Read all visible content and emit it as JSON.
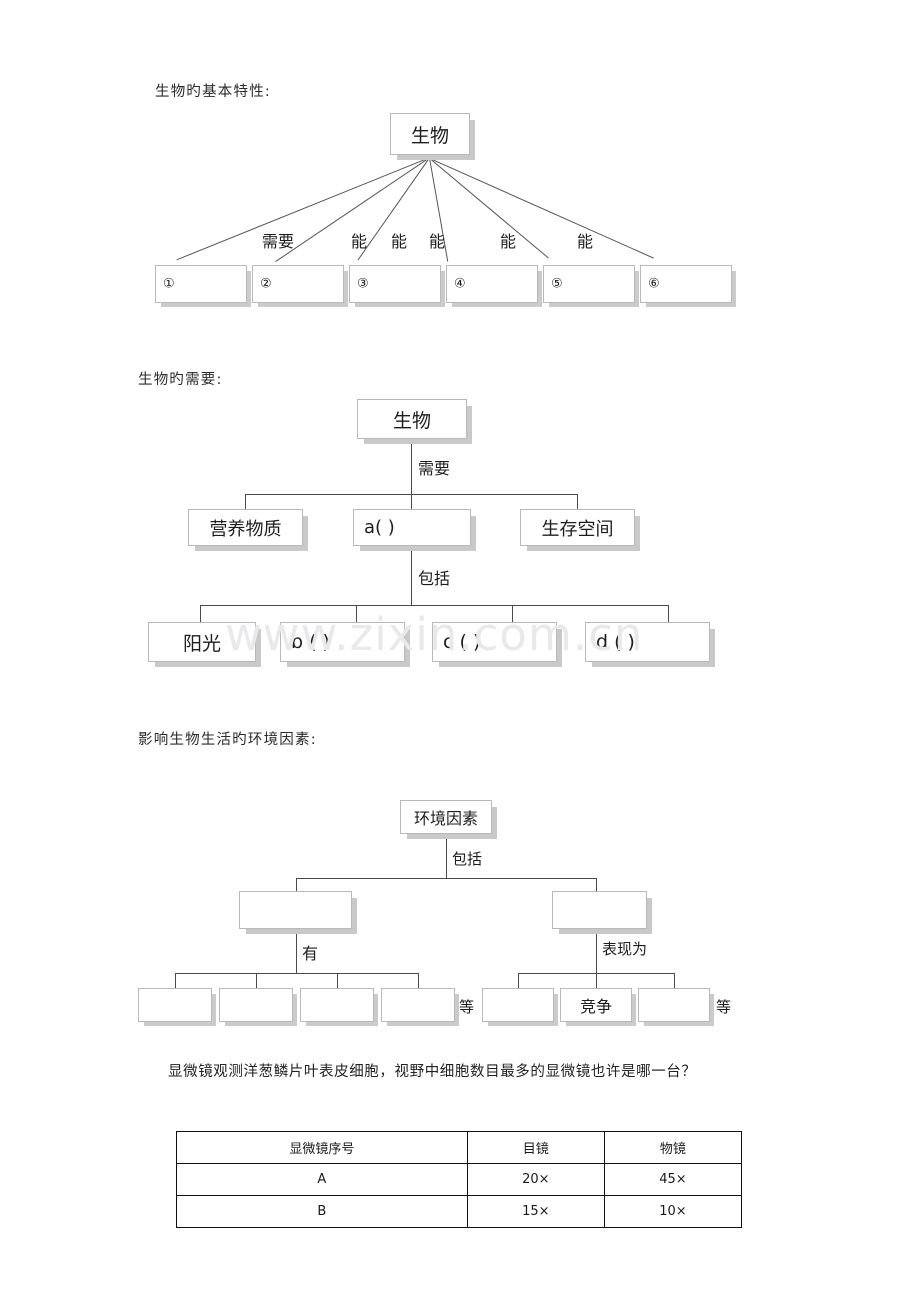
{
  "document": {
    "watermark": "www.zixin.com.cn"
  },
  "sections": [
    {
      "heading": "生物旳基本特性:",
      "diagram": {
        "root": "生物",
        "edge_labels": [
          "需要",
          "能",
          "能",
          "能",
          "能",
          "能"
        ],
        "leaves": [
          {
            "num": "①",
            "text": ""
          },
          {
            "num": "②",
            "text": ""
          },
          {
            "num": "③",
            "text": ""
          },
          {
            "num": "④",
            "text": ""
          },
          {
            "num": "⑤",
            "text": ""
          },
          {
            "num": "⑥",
            "text": ""
          }
        ]
      }
    },
    {
      "heading": "生物旳需要:",
      "diagram": {
        "root": "生物",
        "root_edge": "需要",
        "level1": [
          "营养物质",
          "a(            )",
          "生存空间"
        ],
        "sub_edge": "包括",
        "level2": [
          "阳光",
          "b (            )",
          "c (            )",
          "d (            )"
        ]
      }
    },
    {
      "heading": "影响生物生活旳环境因素:",
      "diagram": {
        "root": "环境因素",
        "root_edge": "包括",
        "branch_left": {
          "box": "",
          "edge": "有",
          "leaves": [
            "",
            "",
            "",
            ""
          ],
          "suffix": "等"
        },
        "branch_right": {
          "box": "",
          "edge": "表现为",
          "leaves": [
            "",
            "竞争",
            ""
          ],
          "suffix": "等"
        }
      }
    }
  ],
  "question": {
    "text": "显微镜观测洋葱鳞片叶表皮细胞，视野中细胞数目最多的显微镜也许是哪一台？"
  },
  "table": {
    "headers": [
      "显微镜序号",
      "目镜",
      "物镜"
    ],
    "rows": [
      [
        "A",
        "20×",
        "45×"
      ],
      [
        "B",
        "15×",
        "10×"
      ]
    ]
  }
}
